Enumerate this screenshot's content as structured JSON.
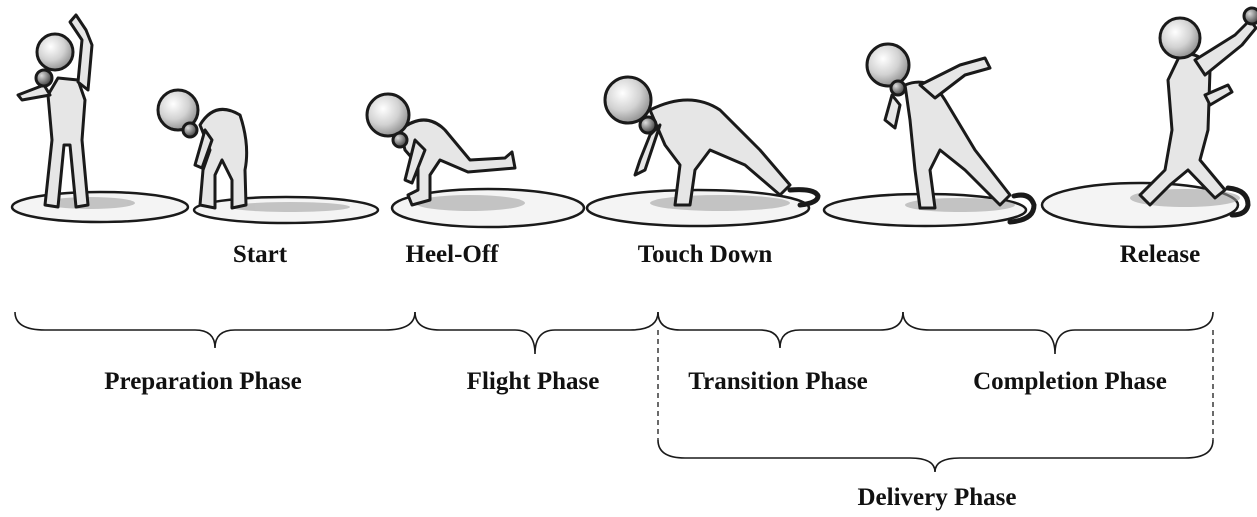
{
  "events": {
    "start": "Start",
    "heel_off": "Heel-Off",
    "touch_down": "Touch Down",
    "release": "Release"
  },
  "phases": {
    "preparation": "Preparation Phase",
    "flight": "Flight Phase",
    "transition": "Transition Phase",
    "completion": "Completion Phase",
    "delivery": "Delivery Phase"
  },
  "colors": {
    "figure_fill": "#e6e6e6",
    "figure_shade": "#b4b4b4",
    "outline": "#1a1a1a",
    "circle_fill": "#f4f4f4"
  }
}
